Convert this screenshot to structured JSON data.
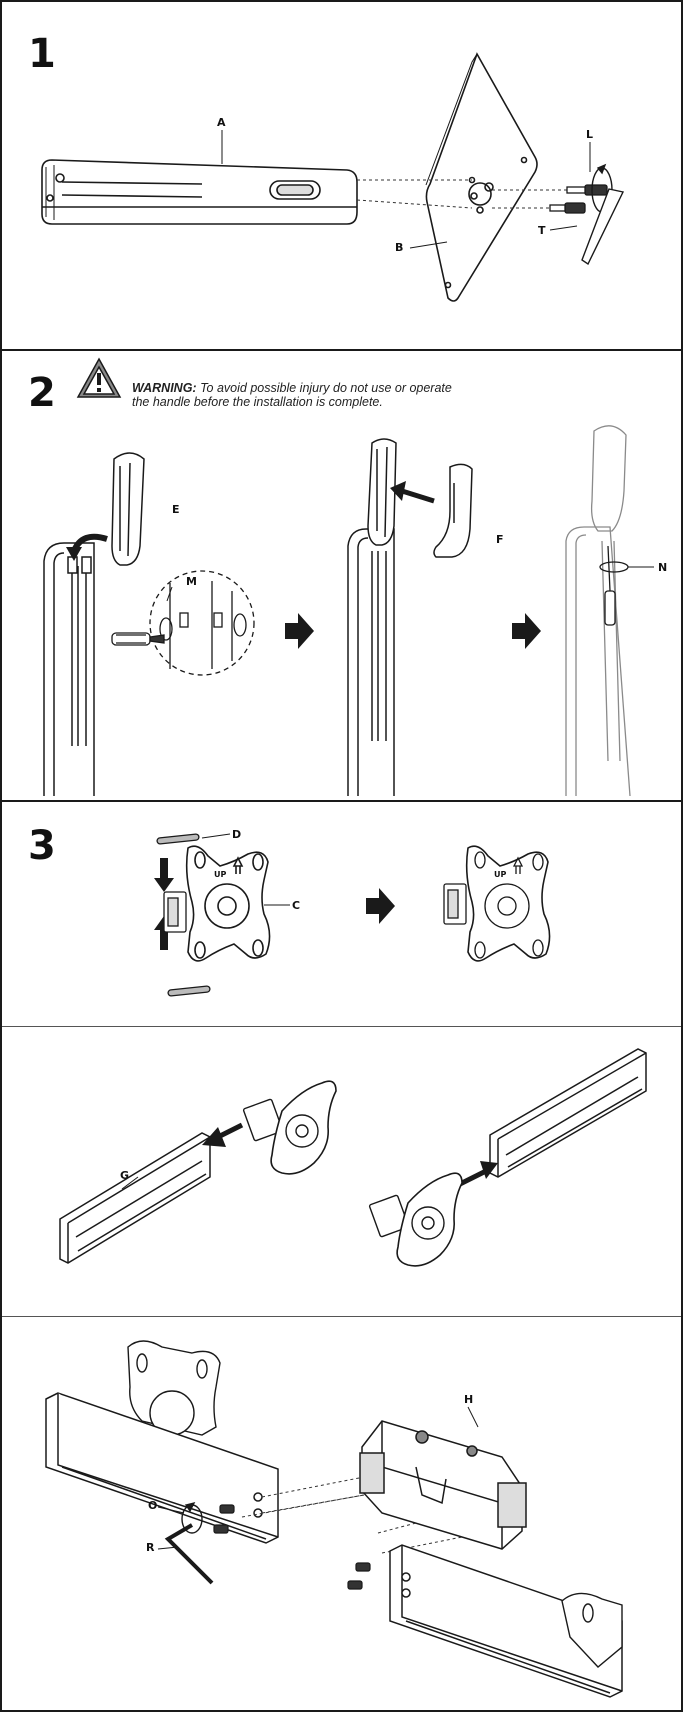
{
  "steps": {
    "s1": {
      "number": "1"
    },
    "s2": {
      "number": "2",
      "warning_label": "WARNING:",
      "warning_text_1": "To avoid possible injury do not use or operate",
      "warning_text_2": "the handle before the installation is complete."
    },
    "s3": {
      "number": "3"
    }
  },
  "labels": {
    "A": "A",
    "B": "B",
    "L": "L",
    "T": "T",
    "E": "E",
    "M": "M",
    "F": "F",
    "N": "N",
    "D": "D",
    "C": "C",
    "G": "G",
    "H": "H",
    "O": "O",
    "R": "R",
    "up1": "UP",
    "up2": "UP"
  },
  "icons": [
    "warning-triangle-icon",
    "right-arrow-icon",
    "rotate-arrow-icon"
  ],
  "colors": {
    "ink": "#1a1a1a",
    "fill": "#ffffff",
    "shade": "#9a9a9a"
  }
}
